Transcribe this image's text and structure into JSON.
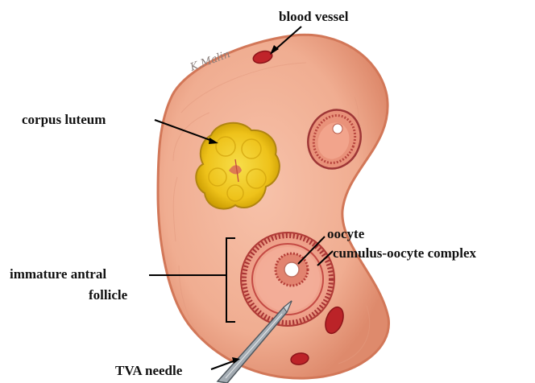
{
  "labels": {
    "blood_vessel": "blood vessel",
    "corpus_luteum": "corpus luteum",
    "oocyte": "oocyte",
    "cumulus_oocyte_complex": "cumulus-oocyte complex",
    "immature_antral_line1": "immature antral",
    "immature_antral_line2": "follicle",
    "tva_needle": "TVA needle"
  },
  "signature": "K.Malin",
  "colors": {
    "ovary_fill": "#f3b49a",
    "ovary_edge": "#d77a5c",
    "corpus_luteum": "#f2cc1a",
    "corpus_luteum_dark": "#c99a00",
    "blood_vessel": "#c0242a",
    "follicle_ring": "#b0383a",
    "needle": "#9aa2aa",
    "pointer": "#000000"
  },
  "icons": {
    "needle": "syringe-needle"
  }
}
